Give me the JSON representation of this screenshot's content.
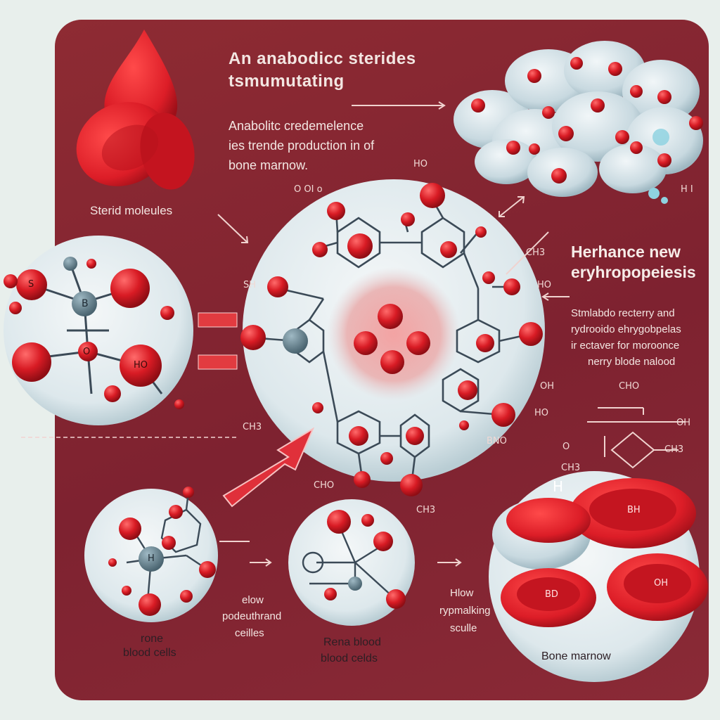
{
  "colors": {
    "panel": "#8e2b33",
    "blood_red": "#e0202c",
    "cell_white": "#dfe9ee",
    "atom_red": "#d81b24"
  },
  "heading_main": {
    "line1": "An anabodicc sterides",
    "line2": "tsmumutating"
  },
  "intro_text": {
    "line1": "Anabolitc credemelence",
    "line2": "ies trende production in of",
    "line3": "bone marnow."
  },
  "steroid_label": "Sterid moleules",
  "right_heading": {
    "line1": "Herhance  new",
    "line2": "eryhropopeiesis"
  },
  "right_text": {
    "line1": "Stmlabdo recterry and",
    "line2": "rydrooido ehrygobpelas",
    "line3": "ir ectaver for moroonce",
    "line4": "nerry blode nalood"
  },
  "bottom_labels": {
    "rbc_left": {
      "line1": "rone",
      "line2": "blood cells"
    },
    "middle_text": {
      "line1": "elow",
      "line2": "podeuthrand",
      "line3": "ceilles"
    },
    "rbc_mid": {
      "line1": "Rena blood",
      "line2": "blood celds"
    },
    "right_mid": {
      "line1": "Hlow",
      "line2": "rypmalking",
      "line3": "sculle"
    },
    "bone_marrow": "Bone marnow"
  },
  "chem_labels": {
    "ho_top": "HO",
    "oh_top": "O  OI  o",
    "sh_left": "SH",
    "ch3_right": "CH3",
    "ho_right": "HO",
    "oh_right": "OH",
    "ho_right2": "HO",
    "ch3_left": "CH3",
    "cho": "CHO",
    "bno": "BNO",
    "ch3_mid": "CH3",
    "ch_small": "CHO",
    "h_top_right": "H I",
    "oh_formula": "OH",
    "ch3_formula": "CH3",
    "ch3_formula2": "CH3",
    "o_formula": "O",
    "h_cell": "H",
    "bh": "BH",
    "oh_cell": "OH",
    "b_cell": "BD",
    "b_atom": "B",
    "o_atom": "O",
    "h_atom": "H",
    "s_atom": "S",
    "ho_atom": "HO"
  }
}
